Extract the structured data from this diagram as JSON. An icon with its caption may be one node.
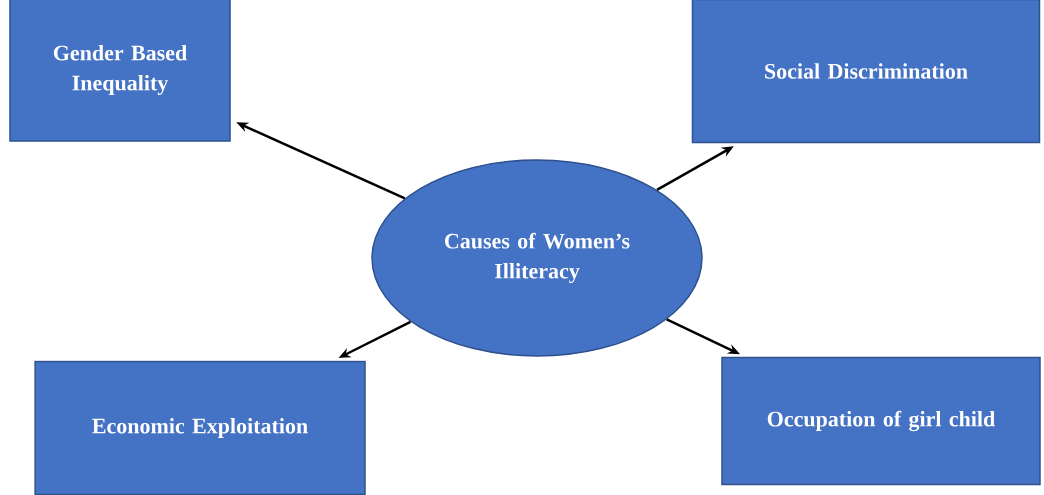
{
  "diagram": {
    "nodes": [
      {
        "text": [
          "Gender Based Inequality"
        ]
      },
      {
        "text": [
          "Social Discrimination"
        ]
      },
      {
        "text": [
          "Causes of Women’s Illiteracy"
        ]
      },
      {
        "text": [
          "Economic Exploitation"
        ]
      },
      {
        "text": [
          "Occupation of girl child"
        ]
      }
    ],
    "edges": [
      {
        "from": 2,
        "to": 0,
        "arrow": "to"
      },
      {
        "from": 2,
        "to": 1,
        "arrow": "to"
      },
      {
        "from": 2,
        "to": 3,
        "arrow": "to"
      },
      {
        "from": 2,
        "to": 4,
        "arrow": "to"
      }
    ]
  }
}
